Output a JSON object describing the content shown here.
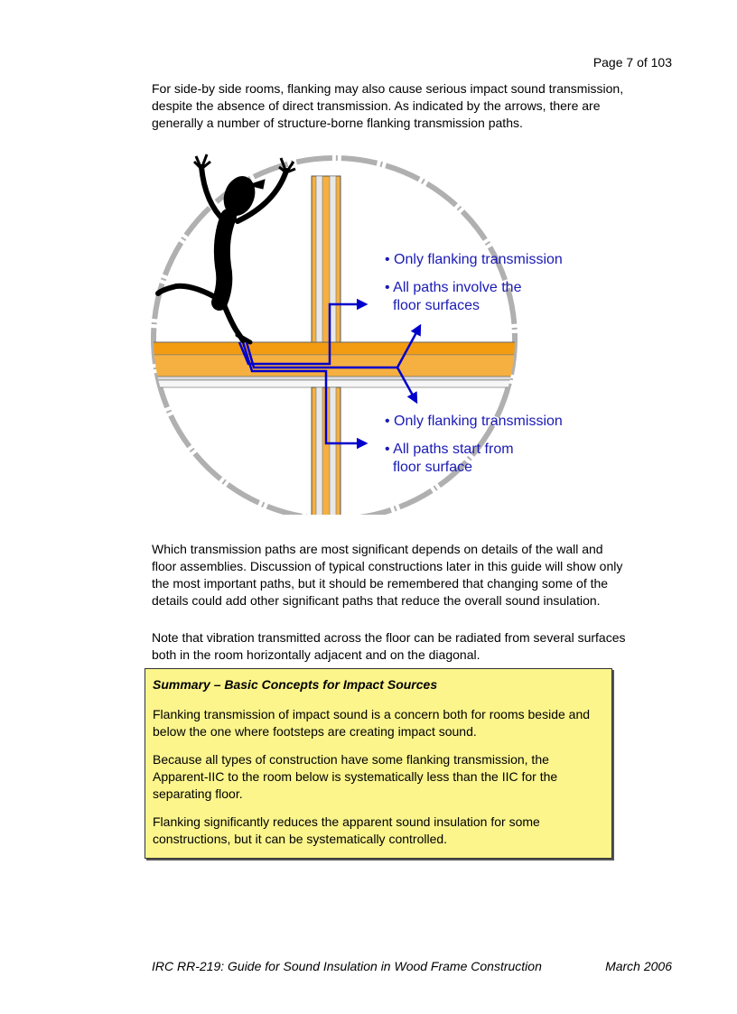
{
  "header": {
    "page_number": "Page 7 of 103"
  },
  "body": {
    "intro": "For side-by side rooms, flanking may also cause serious impact sound transmission, despite the absence of direct transmission.  As indicated by the arrows, there are generally a number of structure-borne flanking transmission paths.",
    "paths": "Which transmission paths are most significant depends on details of the wall and floor assemblies.  Discussion of typical constructions later in this guide will show only the most important paths, but it should be remembered that changing some of the details could add other significant paths that reduce the overall sound insulation.",
    "note": "Note that vibration transmitted across the floor can be radiated from several surfaces both in the room horizontally adjacent and on the diagonal."
  },
  "figure": {
    "upper_bullet_1": "• Only flanking transmission",
    "upper_bullet_2_line1": "• All paths involve the",
    "upper_bullet_2_line2": "floor surfaces",
    "lower_bullet_1": "• Only flanking transmission",
    "lower_bullet_2_line1": "• All paths start from",
    "lower_bullet_2_line2": "floor surface",
    "colors": {
      "label": "#1a1ab5",
      "arrow": "#0000cc",
      "wood": "#f5b041",
      "floor": "#f39c12"
    }
  },
  "summary": {
    "title": "Summary – Basic Concepts for Impact Sources",
    "p1": "Flanking transmission of impact sound is a concern both for rooms beside and below the one where footsteps are creating impact sound.",
    "p2": "Because all types of construction have some flanking transmission, the Apparent-IIC to the room below is systematically less than the IIC for the separating floor.",
    "p3": "Flanking significantly reduces the apparent sound insulation for some constructions, but it can be systematically controlled.",
    "background": "#fbf58c"
  },
  "footer": {
    "title": "IRC RR-219: Guide for Sound Insulation in Wood Frame Construction",
    "date": "March 2006"
  }
}
